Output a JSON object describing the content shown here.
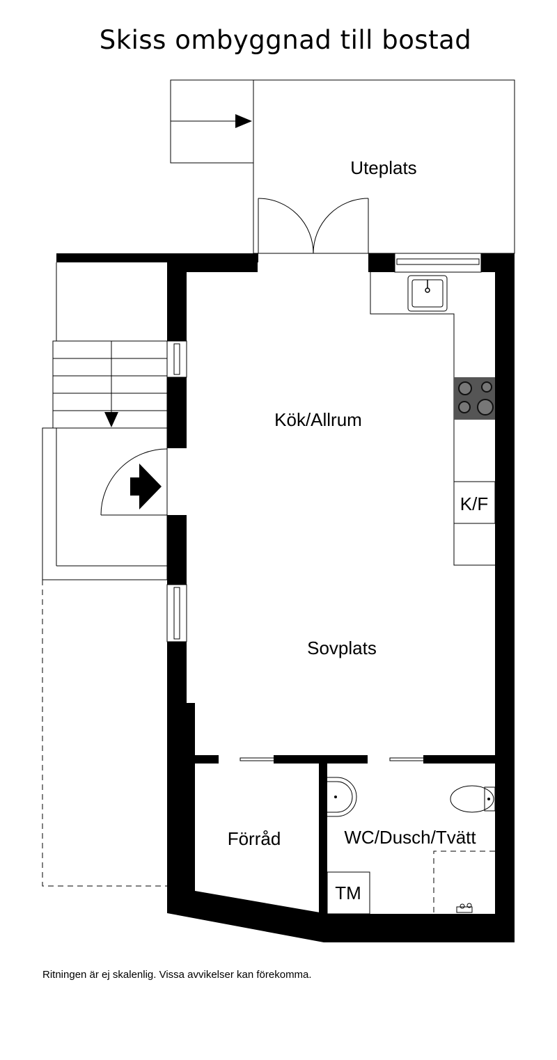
{
  "title": "Skiss ombyggnad till bostad",
  "rooms": {
    "uteplats": "Uteplats",
    "kok_allrum": "Kök/Allrum",
    "sovplats": "Sovplats",
    "forrad": "Förråd",
    "wc": "WC/Dusch/Tvätt",
    "kf": "K/F",
    "tm": "TM"
  },
  "disclaimer": "Ritningen är ej skalenlig. Vissa avvikelser kan förekomma.",
  "colors": {
    "wall": "#000000",
    "stove": "#555555",
    "background": "#ffffff"
  }
}
